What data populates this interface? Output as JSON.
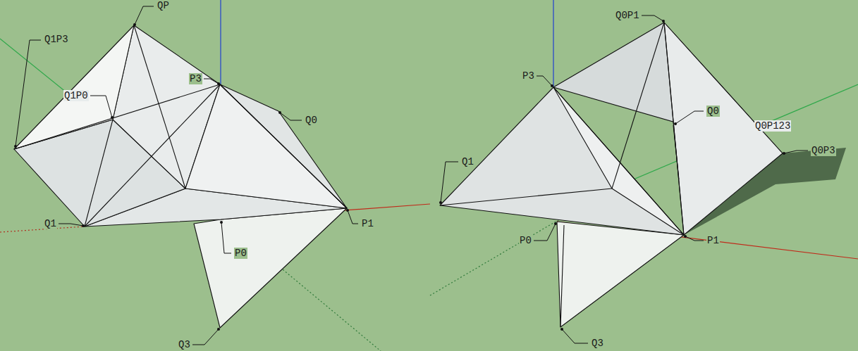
{
  "diagram": {
    "labels": [
      "QP",
      "Q1P3",
      "Q1P0",
      "P3",
      "Q0",
      "Q1",
      "P0",
      "P1",
      "Q3",
      "Q0P1",
      "P3",
      "Q0",
      "Q0P123",
      "Q0P3",
      "Q1",
      "P0",
      "P1",
      "Q3"
    ]
  }
}
